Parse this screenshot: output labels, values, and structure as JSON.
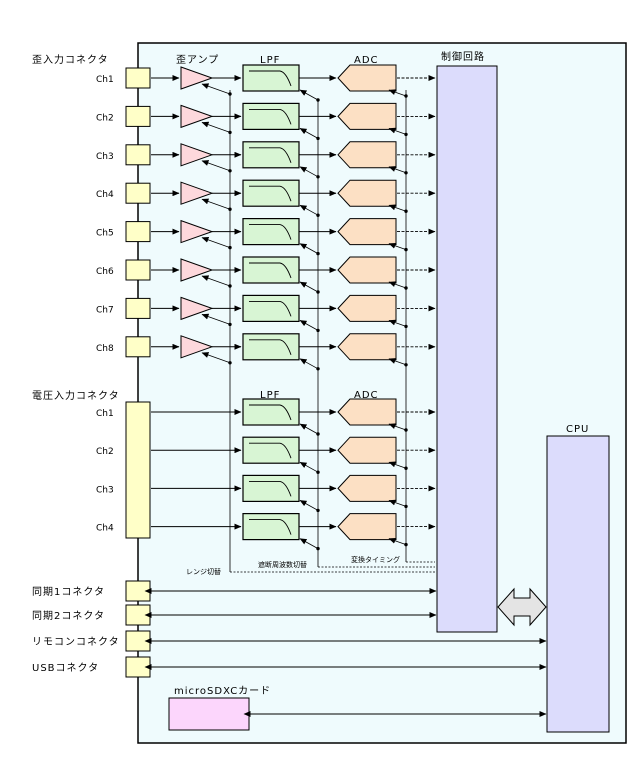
{
  "strain_section": {
    "connector_title": "歪入力コネクタ",
    "amp_title": "歪アンプ",
    "lpf_title": "LPF",
    "adc_title": "ADC",
    "channels": [
      "Ch1",
      "Ch2",
      "Ch3",
      "Ch4",
      "Ch5",
      "Ch6",
      "Ch7",
      "Ch8"
    ]
  },
  "voltage_section": {
    "connector_title": "電圧入力コネクタ",
    "lpf_title": "LPF",
    "adc_title": "ADC",
    "channels": [
      "Ch1",
      "Ch2",
      "Ch3",
      "Ch4"
    ]
  },
  "control_circuit": {
    "label": "制御回路"
  },
  "cpu": {
    "label": "CPU"
  },
  "control_lines": {
    "range": "レンジ切替",
    "cutoff": "遮断周波数切替",
    "timing": "変換タイミング"
  },
  "connectors": {
    "sync1": "同期1コネクタ",
    "sync2": "同期2コネクタ",
    "remote": "リモコンコネクタ",
    "usb": "USBコネクタ"
  },
  "sdcard": {
    "label": "microSDXCカード"
  },
  "colors": {
    "panel": "#effbfd",
    "connector": "#ffffc8",
    "amp": "#fdd8dc",
    "lpf": "#d8f5d4",
    "adc": "#fce0c4",
    "control": "#dcdcfc",
    "sdcard": "#fcd6fc",
    "bus_arrow": "#e4e4e4"
  }
}
